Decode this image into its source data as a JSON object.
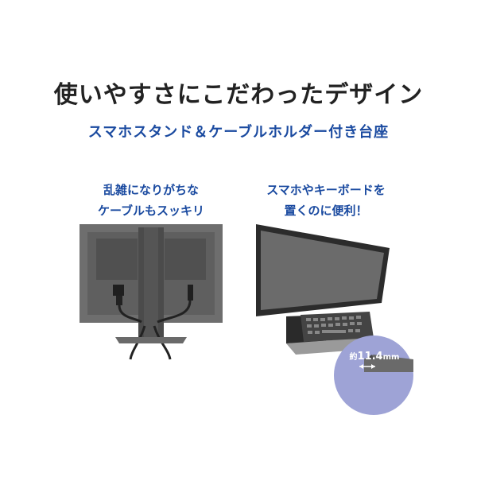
{
  "heading": "使いやすさにこだわったデザイン",
  "subheading": "スマホスタンド＆ケーブルホルダー付き台座",
  "left_panel": {
    "caption_line1": "乱雑になりがちな",
    "caption_line2": "ケーブルもスッキリ"
  },
  "right_panel": {
    "caption_line1": "スマホやキーボードを",
    "caption_line2": "置くのに便利！",
    "measure_prefix": "約",
    "measure_value": "11.4",
    "measure_unit": "mm"
  },
  "colors": {
    "accent_blue": "#1a4aa0",
    "monitor_gray": "#606060",
    "lavender": "#9ea3d6"
  }
}
